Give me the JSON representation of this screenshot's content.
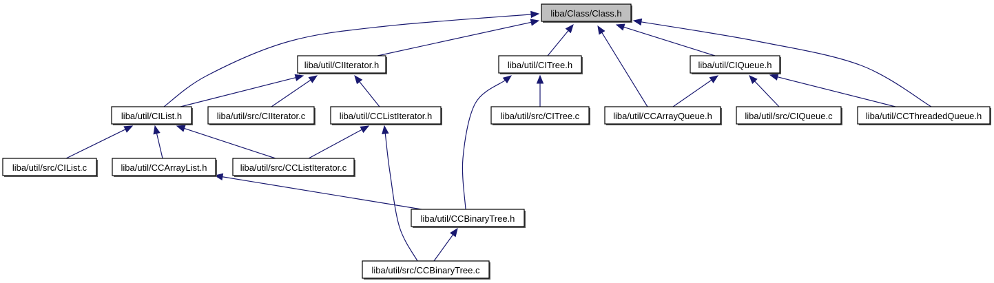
{
  "graph": {
    "type": "include-dependency-graph",
    "colors": {
      "edge": "#191970",
      "root_fill": "#bfbfbf",
      "node_fill": "#ffffff",
      "border": "#000000"
    },
    "nodes": [
      {
        "id": "class_h",
        "label": "liba/Class/Class.h",
        "root": true
      },
      {
        "id": "cliterator_h",
        "label": "liba/util/CIIterator.h"
      },
      {
        "id": "cltree_h",
        "label": "liba/util/CITree.h"
      },
      {
        "id": "clqueue_h",
        "label": "liba/util/CIQueue.h"
      },
      {
        "id": "cllist_h",
        "label": "liba/util/CIList.h"
      },
      {
        "id": "cliterator_c",
        "label": "liba/util/src/CIIterator.c"
      },
      {
        "id": "cclistiterator_h",
        "label": "liba/util/CCListIterator.h"
      },
      {
        "id": "cltree_c",
        "label": "liba/util/src/CITree.c"
      },
      {
        "id": "ccarrayqueue_h",
        "label": "liba/util/CCArrayQueue.h"
      },
      {
        "id": "clqueue_c",
        "label": "liba/util/src/CIQueue.c"
      },
      {
        "id": "ccthreadedqueue_h",
        "label": "liba/util/CCThreadedQueue.h"
      },
      {
        "id": "cllist_c",
        "label": "liba/util/src/CIList.c"
      },
      {
        "id": "ccarraylist_h",
        "label": "liba/util/CCArrayList.h"
      },
      {
        "id": "cclistiterator_c",
        "label": "liba/util/src/CCListIterator.c"
      },
      {
        "id": "ccbinarytree_h",
        "label": "liba/util/CCBinaryTree.h"
      },
      {
        "id": "ccbinarytree_c",
        "label": "liba/util/src/CCBinaryTree.c"
      }
    ],
    "edges": [
      {
        "from": "cllist_h",
        "to": "class_h"
      },
      {
        "from": "cliterator_h",
        "to": "class_h"
      },
      {
        "from": "cltree_h",
        "to": "class_h"
      },
      {
        "from": "ccarrayqueue_h",
        "to": "class_h"
      },
      {
        "from": "clqueue_h",
        "to": "class_h"
      },
      {
        "from": "ccthreadedqueue_h",
        "to": "class_h"
      },
      {
        "from": "cllist_h",
        "to": "cliterator_h"
      },
      {
        "from": "cliterator_c",
        "to": "cliterator_h"
      },
      {
        "from": "cclistiterator_h",
        "to": "cliterator_h"
      },
      {
        "from": "ccbinarytree_h",
        "to": "cltree_h"
      },
      {
        "from": "cltree_c",
        "to": "cltree_h"
      },
      {
        "from": "ccarrayqueue_h",
        "to": "clqueue_h"
      },
      {
        "from": "clqueue_c",
        "to": "clqueue_h"
      },
      {
        "from": "ccthreadedqueue_h",
        "to": "clqueue_h"
      },
      {
        "from": "cllist_c",
        "to": "cllist_h"
      },
      {
        "from": "ccarraylist_h",
        "to": "cllist_h"
      },
      {
        "from": "cclistiterator_c",
        "to": "cllist_h"
      },
      {
        "from": "cclistiterator_c",
        "to": "cclistiterator_h"
      },
      {
        "from": "ccbinarytree_c",
        "to": "cclistiterator_h"
      },
      {
        "from": "ccbinarytree_h",
        "to": "ccarraylist_h"
      },
      {
        "from": "ccbinarytree_c",
        "to": "ccbinarytree_h"
      }
    ]
  }
}
